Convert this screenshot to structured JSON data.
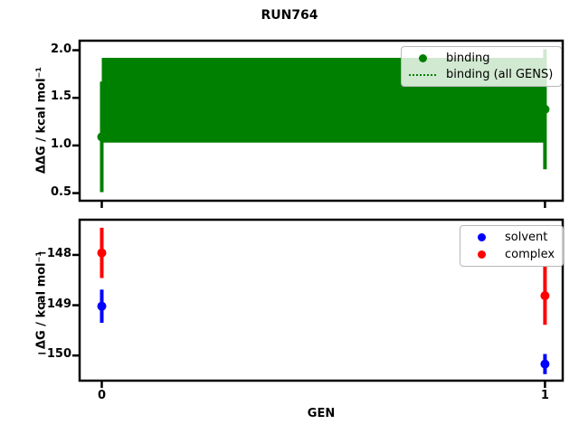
{
  "figure": {
    "title": "RUN764",
    "background": "#ffffff"
  },
  "chart_data": [
    {
      "type": "scatter",
      "panel": "binding",
      "title": "RUN764",
      "xlabel": "",
      "ylabel": "ΔΔG / kcal mol⁻¹",
      "xlim": [
        -0.05,
        1.04
      ],
      "ylim": [
        0.42,
        2.1
      ],
      "xticks": [
        0,
        1
      ],
      "xtick_labels": [
        "0",
        "1"
      ],
      "show_xtick_labels": false,
      "yticks": [
        0.5,
        1.0,
        1.5,
        2.0
      ],
      "ytick_labels": [
        "0.5",
        "1.0",
        "1.5",
        "2.0"
      ],
      "grid": false,
      "legend_position": "upper right",
      "band": {
        "name": "binding (all GENS)",
        "color": "#008000",
        "x_start": 0,
        "x_end": 1,
        "y_lo": 1.03,
        "y_hi": 1.92,
        "line_style": "dotted"
      },
      "series": [
        {
          "name": "binding",
          "color": "#008000",
          "marker": "circle",
          "x": [
            0,
            1
          ],
          "y": [
            1.09,
            1.38
          ],
          "yerr": [
            0.58,
            0.63
          ]
        }
      ],
      "legend": [
        {
          "label": "binding",
          "swatch": "dot",
          "color": "#008000"
        },
        {
          "label": "binding (all GENS)",
          "swatch": "dotted-line",
          "color": "#008000"
        }
      ]
    },
    {
      "type": "scatter",
      "panel": "free-energy",
      "xlabel": "GEN",
      "ylabel": "ΔG / kcal mol⁻¹",
      "xlim": [
        -0.05,
        1.04
      ],
      "ylim": [
        -150.5,
        -147.3
      ],
      "xticks": [
        0,
        1
      ],
      "xtick_labels": [
        "0",
        "1"
      ],
      "show_xtick_labels": true,
      "yticks": [
        -150,
        -149,
        -148
      ],
      "ytick_labels": [
        "−150",
        "−149",
        "−148"
      ],
      "grid": false,
      "legend_position": "upper right",
      "series": [
        {
          "name": "solvent",
          "color": "#0000ff",
          "marker": "circle",
          "x": [
            0,
            1
          ],
          "y": [
            -149.02,
            -150.17
          ],
          "yerr": [
            0.33,
            0.2
          ]
        },
        {
          "name": "complex",
          "color": "#ff0000",
          "marker": "circle",
          "x": [
            0,
            1
          ],
          "y": [
            -147.96,
            -148.81
          ],
          "yerr": [
            0.5,
            0.58
          ]
        }
      ],
      "legend": [
        {
          "label": "solvent",
          "swatch": "dot",
          "color": "#0000ff"
        },
        {
          "label": "complex",
          "swatch": "dot",
          "color": "#ff0000"
        }
      ]
    }
  ]
}
